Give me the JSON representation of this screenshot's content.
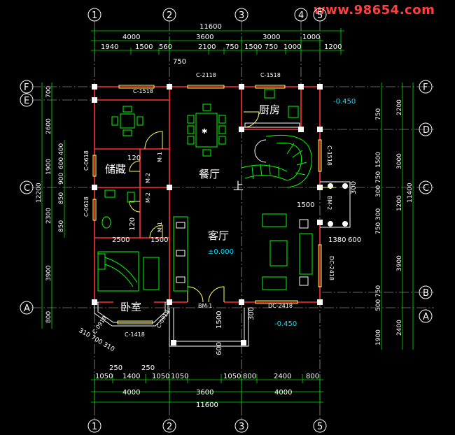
{
  "watermark": "www.98654.com",
  "axes": {
    "top": [
      "1",
      "2",
      "3",
      "4",
      "5"
    ],
    "bottom": [
      "1",
      "2",
      "3",
      "5"
    ],
    "left": [
      "F",
      "E",
      "C",
      "A"
    ],
    "right": [
      "F",
      "D",
      "C",
      "B",
      "A"
    ]
  },
  "dims_top": {
    "total": "11600",
    "row2": [
      "4000",
      "3600",
      "3000",
      "1000"
    ],
    "row3": [
      "1940",
      "1500",
      "560",
      "2100",
      "750",
      "1500",
      "750",
      "1000",
      "1200"
    ],
    "extra": "750"
  },
  "dims_bottom": {
    "total": "11600",
    "row2": [
      "4000",
      "3600",
      "4000"
    ],
    "row3": [
      "1050",
      "1400",
      "1050",
      "1050",
      "1050",
      "800",
      "2400",
      "800"
    ],
    "bay": [
      "250",
      "250"
    ]
  },
  "dims_left": {
    "total": "12200",
    "row": [
      "700",
      "2600",
      "1900",
      "2300",
      "3900",
      "800"
    ],
    "inner": [
      "400",
      "600",
      "900",
      "850",
      "850"
    ]
  },
  "dims_right": {
    "total": "11400",
    "row": [
      "2200",
      "3000",
      "1200",
      "3900",
      "2400"
    ],
    "inner": [
      "750",
      "1500",
      "750",
      "300",
      "300",
      "750",
      "750",
      "500",
      "1900"
    ]
  },
  "rooms": {
    "kitchen": "厨房",
    "dining": "餐厅",
    "storage": "储藏",
    "living": "客厅",
    "bedroom": "卧室"
  },
  "labels": {
    "w_c1518_top": "C-1518",
    "w_c2118": "C-2118",
    "w_c1518_kitchen": "C-1518",
    "w_c1518_stair": "C-1518",
    "w_c0618_a": "C-0618",
    "w_c0618_b": "C-0618",
    "w_c0918_a": "C-0918",
    "w_c0918_b": "C-0918",
    "w_c1418": "C-1418",
    "d_m1_a": "M-1",
    "d_m1_b": "M-1",
    "d_m2_a": "M-2",
    "d_m2_b": "M-2",
    "d_bm1": "BM-1",
    "d_bm2": "BM-2",
    "d_dc2418_a": "DC-2418",
    "d_dc2418_b": "DC-2418",
    "elev_a": "-0.450",
    "elev_b": "-0.450",
    "elev_floor": "±0.000",
    "up": "上",
    "m120_a": "120",
    "m120_b": "120",
    "d1500_a": "1500",
    "d1500_b": "1500",
    "d2500": "2500",
    "d1380": "1380",
    "d600_a": "600",
    "d600_b": "600",
    "d1500_c": "1500",
    "d300_a": "300",
    "d300_b": "300",
    "bay_dims": "310 700 310"
  }
}
